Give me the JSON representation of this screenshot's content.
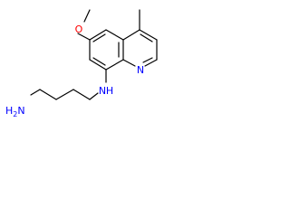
{
  "molecule": {
    "atom_labels": {
      "methoxy_oxygen": "O",
      "ring_nitrogen": "N",
      "amine_nh_n": "N",
      "amine_nh_h": "H",
      "terminal_amine_h": "H",
      "terminal_amine_sub": "2",
      "terminal_amine_n": "N"
    },
    "colors": {
      "bond": "#000000",
      "oxygen": "#ff0000",
      "nitrogen": "#0000ff"
    }
  }
}
